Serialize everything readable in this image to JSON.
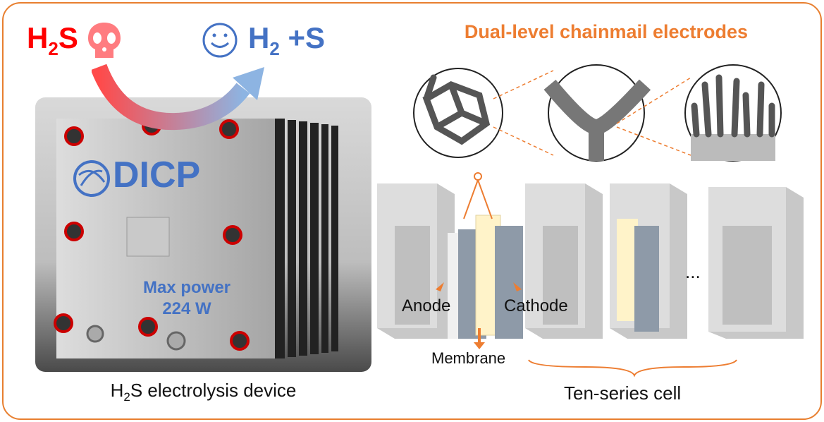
{
  "left": {
    "reactant": {
      "main": "H",
      "sub": "2",
      "tail": "S"
    },
    "product": {
      "main": "H",
      "sub": "2",
      "tail": " +S"
    },
    "icons": [
      "skull-icon",
      "smiley-icon"
    ],
    "photo": {
      "logo": "DICP",
      "power_label": "Max power",
      "power_value": "224 W"
    },
    "caption": {
      "pre": "H",
      "sub": "2",
      "post": "S electrolysis device"
    }
  },
  "right": {
    "title": "Dual-level chainmail electrodes",
    "labels": {
      "anode": "Anode",
      "cathode": "Cathode",
      "membrane": "Membrane",
      "ellipsis": "..."
    },
    "caption": "Ten-series cell"
  },
  "colors": {
    "accent": "#ed7d31",
    "red": "#ff0000",
    "blue": "#4472c4"
  }
}
